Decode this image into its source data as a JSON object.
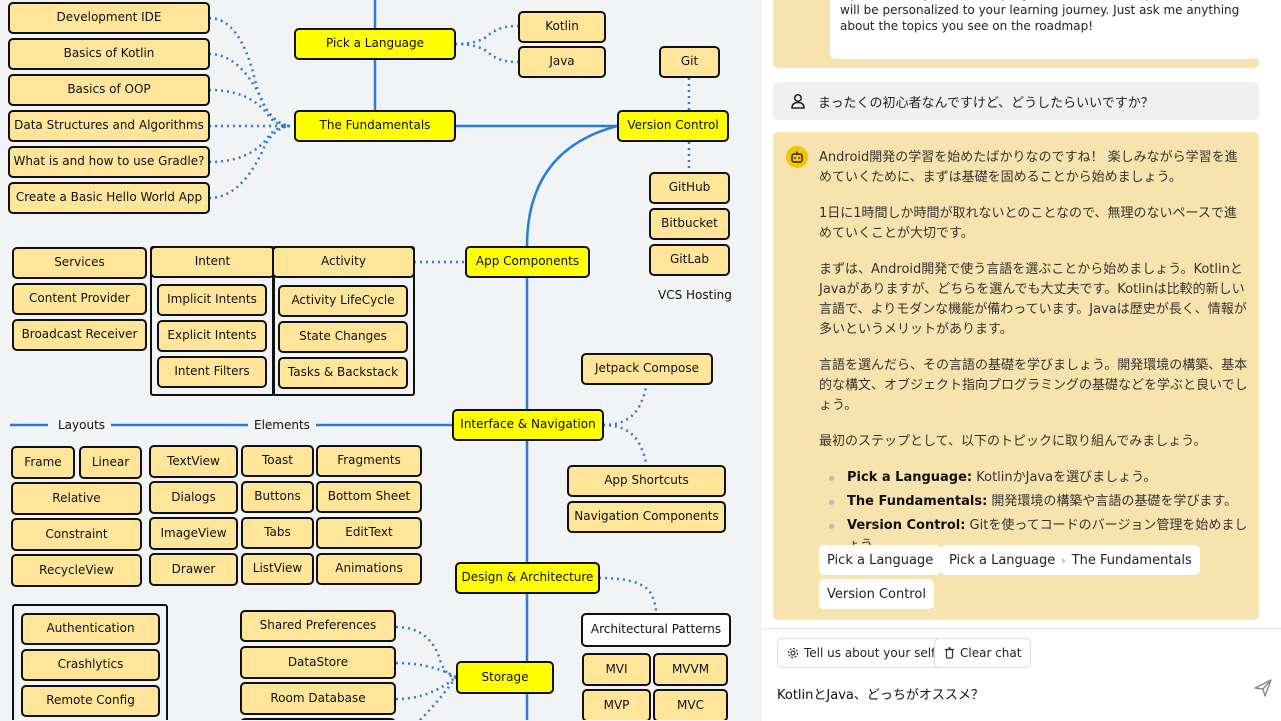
{
  "roadmap": {
    "top_left_nodes": [
      "Development IDE",
      "Basics of Kotlin",
      "Basics of OOP",
      "Data Structures and Algorithms",
      "What is and how to use Gradle?",
      "Create a Basic Hello World App"
    ],
    "pick_language": "Pick a Language",
    "fundamentals": "The Fundamentals",
    "languages": [
      "Kotlin",
      "Java"
    ],
    "version_control": "Version Control",
    "git": "Git",
    "vcs_hosting_items": [
      "GitHub",
      "Bitbucket",
      "GitLab"
    ],
    "vcs_hosting_label": "VCS Hosting",
    "app_components": "App Components",
    "components": {
      "services": "Services",
      "content_provider": "Content Provider",
      "broadcast_receiver": "Broadcast Receiver",
      "intent": "Intent",
      "intent_items": [
        "Implicit Intents",
        "Explicit Intents",
        "Intent Filters"
      ],
      "activity": "Activity",
      "activity_items": [
        "Activity LifeCycle",
        "State Changes",
        "Tasks & Backstack"
      ]
    },
    "jetpack_compose": "Jetpack Compose",
    "interface_navigation": "Interface & Navigation",
    "app_shortcuts": "App Shortcuts",
    "navigation_components": "Navigation Components",
    "layouts_label": "Layouts",
    "elements_label": "Elements",
    "layouts": [
      "Frame",
      "Linear",
      "Relative",
      "Constraint",
      "RecycleView"
    ],
    "elements": [
      "TextView",
      "Toast",
      "Fragments",
      "Dialogs",
      "Buttons",
      "Bottom Sheet",
      "ImageView",
      "Tabs",
      "EditText",
      "Drawer",
      "ListView",
      "Animations"
    ],
    "design_architecture": "Design & Architecture",
    "architectural_patterns": "Architectural Patterns",
    "patterns": [
      "MVI",
      "MVVM",
      "MVP",
      "MVC"
    ],
    "firebase_items": [
      "Authentication",
      "Crashlytics",
      "Remote Config"
    ],
    "storage_items": [
      "Shared Preferences",
      "DataStore",
      "Room Database"
    ],
    "storage": "Storage"
  },
  "chat": {
    "tip": "Tip: I can see your current progress on the roadmap, so my advice will be personalized to your learning journey. Just ask me anything about the topics you see on the roadmap!",
    "user_message": "まったくの初心者なんですけど、どうしたらいいですか？",
    "ai_paragraphs": [
      "Android開発の学習を始めたばかりなのですね！ 楽しみながら学習を進めていくために、まずは基礎を固めることから始めましょう。",
      "1日に1時間しか時間が取れないとのことなので、無理のないペースで進めていくことが大切です。",
      "まずは、Android開発で使う言語を選ぶことから始めましょう。KotlinとJavaがありますが、どちらを選んでも大丈夫です。Kotlinは比較的新しい言語で、よりモダンな機能が備わっています。Javaは歴史が長く、情報が多いというメリットがあります。",
      "言語を選んだら、その言語の基礎を学びましょう。開発環境の構築、基本的な構文、オブジェクト指向プログラミングの基礎などを学ぶと良いでしょう。",
      "最初のステップとして、以下のトピックに取り組んでみましょう。"
    ],
    "ai_list": [
      {
        "term": "Pick a Language:",
        "desc": " KotlinかJavaを選びましょう。"
      },
      {
        "term": "The Fundamentals:",
        "desc": " 開発環境の構築や言語の基礎を学びます。"
      },
      {
        "term": "Version Control:",
        "desc": " Gitを使ってコードのバージョン管理を始めましょう。"
      }
    ],
    "chips": {
      "pick_language": "Pick a Language",
      "path_from": "Pick a Language",
      "path_sep": "›",
      "path_to": "The Fundamentals",
      "version_control": "Version Control"
    },
    "tell_about_self": "Tell us about your self",
    "clear_chat": "Clear chat",
    "input_value": "KotlinとJava、どっちがオススメ？"
  },
  "colors": {
    "main_node": "#ffff00",
    "topic_node": "#ffe599",
    "line": "#2b7cd3",
    "chat_card": "#f7e3ae"
  },
  "icons": [
    "user-icon",
    "robot-icon",
    "gear-icon",
    "trash-icon",
    "send-icon"
  ]
}
